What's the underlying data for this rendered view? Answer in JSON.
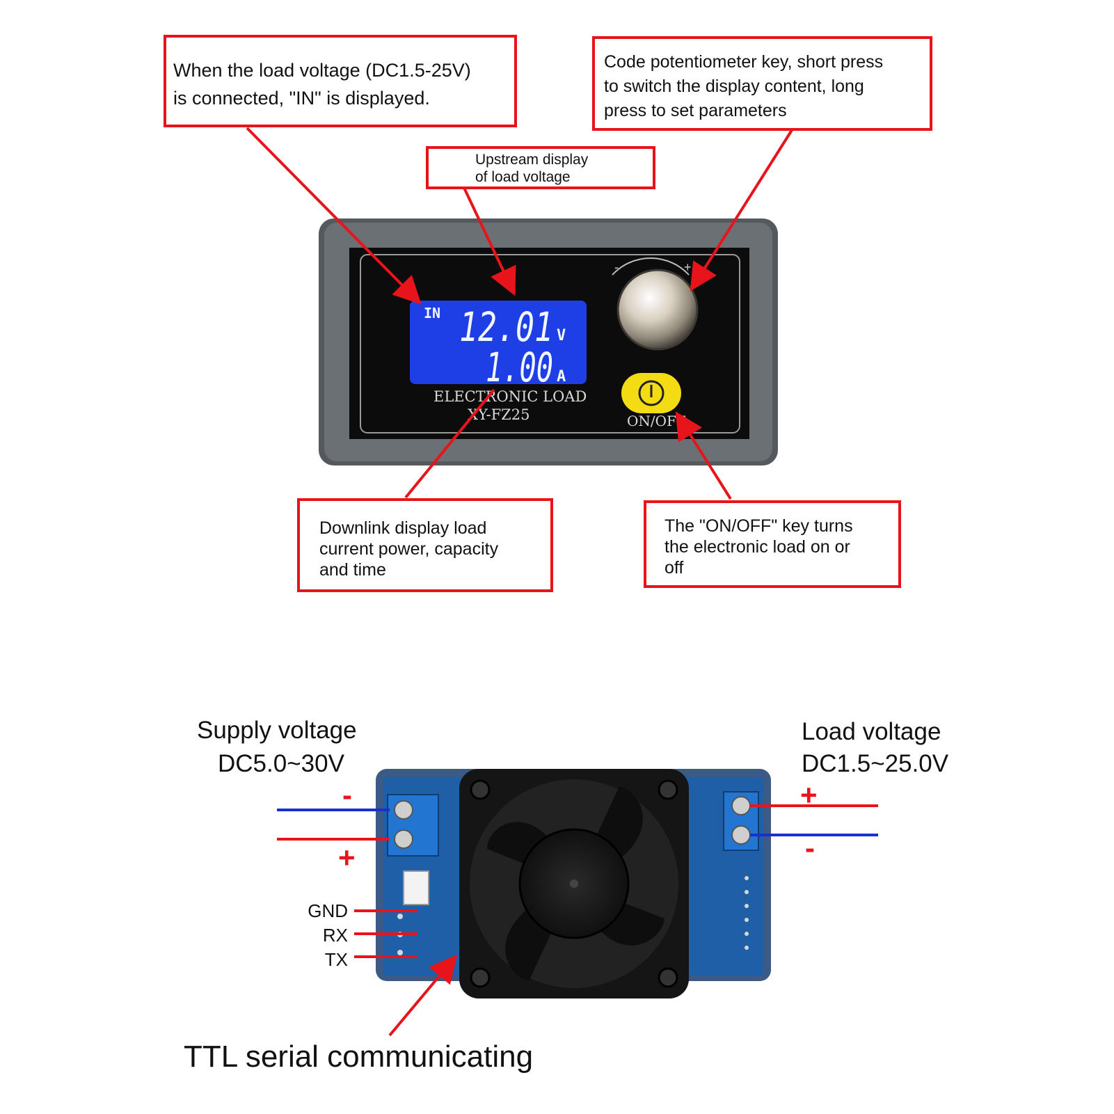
{
  "callouts": {
    "in_indicator": "When the load voltage (DC1.5-25V)\nis connected, \"IN\" is displayed.",
    "encoder": "Code potentiometer key, short press\nto switch the display content, long\npress to set parameters",
    "upstream": "Upstream display\nof load voltage",
    "downlink": "Downlink display load\ncurrent power, capacity\nand time",
    "onoff": "The \"ON/OFF\" key turns\nthe electronic load on or\noff"
  },
  "panel": {
    "lcd_in": "IN",
    "lcd_voltage": "12.01",
    "lcd_voltage_unit": "V",
    "lcd_current": "1.00",
    "lcd_current_unit": "A",
    "label_line1": "ELECTRONIC LOAD",
    "label_line2": "XY-FZ25",
    "button_label": "ON/OFF",
    "knob_minus": "-",
    "knob_plus": "+"
  },
  "board": {
    "supply_label_1": "Supply voltage",
    "supply_label_2": "DC5.0~30V",
    "load_label_1": "Load voltage",
    "load_label_2": "DC1.5~25.0V",
    "supply_minus": "-",
    "supply_plus": "+",
    "load_plus": "+",
    "load_minus": "-",
    "pins": [
      "GND",
      "RX",
      "TX"
    ],
    "ttl_label": "TTL serial communicating"
  },
  "colors": {
    "callout_border": "#e8141b",
    "arrow": "#e8141b",
    "lcd_bg": "#1f3fe6",
    "wire_negative": "#1a2fd0",
    "wire_positive": "#e8141b"
  }
}
